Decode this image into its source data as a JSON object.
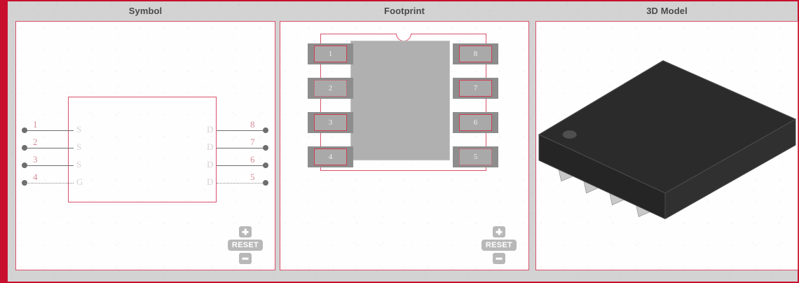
{
  "theme": {
    "accent_red": "#c8102e",
    "panel_border": "#d9526a",
    "background_gray": "#d3d3d3",
    "panel_background": "#fefefe",
    "pad_copper": "#a9a9a9",
    "pad_mask": "#8d8d8d",
    "thermal_pad": "#b0b0b0",
    "package_body": "#2b2b2b",
    "package_lead": "#c9c9c9"
  },
  "panels": {
    "symbol": {
      "title": "Symbol",
      "pins_left": [
        {
          "number": "1",
          "name": "S",
          "style": "solid"
        },
        {
          "number": "2",
          "name": "S",
          "style": "solid"
        },
        {
          "number": "3",
          "name": "S",
          "style": "solid"
        },
        {
          "number": "4",
          "name": "G",
          "style": "dotted"
        }
      ],
      "pins_right": [
        {
          "number": "8",
          "name": "D",
          "style": "solid"
        },
        {
          "number": "7",
          "name": "D",
          "style": "solid"
        },
        {
          "number": "6",
          "name": "D",
          "style": "solid"
        },
        {
          "number": "5",
          "name": "D",
          "style": "dotted"
        }
      ],
      "zoom_controls": {
        "zoom_in_label": "+",
        "reset_label": "RESET",
        "zoom_out_label": "-"
      }
    },
    "footprint": {
      "title": "Footprint",
      "pads_left": [
        {
          "number": "1",
          "style": "solid"
        },
        {
          "number": "2",
          "style": "dotted"
        },
        {
          "number": "3",
          "style": "solid"
        },
        {
          "number": "4",
          "style": "solid"
        }
      ],
      "pads_right": [
        {
          "number": "8",
          "style": "solid"
        },
        {
          "number": "7",
          "style": "solid"
        },
        {
          "number": "6",
          "style": "solid"
        },
        {
          "number": "5",
          "style": "dotted"
        }
      ],
      "has_thermal_pad": true,
      "has_pin1_notch": true,
      "zoom_controls": {
        "zoom_in_label": "+",
        "reset_label": "RESET",
        "zoom_out_label": "-"
      }
    },
    "model_3d": {
      "title": "3D Model",
      "package": "black QFN body with pin-1 dot marker and four visible silver leads"
    }
  }
}
